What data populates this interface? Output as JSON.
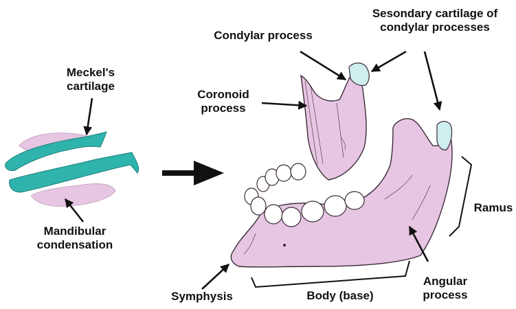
{
  "labels": {
    "meckels_cartilage": [
      "Meckel's",
      "cartilage"
    ],
    "mandibular_condensation": [
      "Mandibular",
      "condensation"
    ],
    "condylar_process": "Condylar process",
    "secondary_cartilage": [
      "Sesondary cartilage of",
      "condylar processes"
    ],
    "coronoid_process": [
      "Coronoid",
      "process"
    ],
    "ramus": "Ramus",
    "angular_process": [
      "Angular",
      "process"
    ],
    "symphysis": "Symphysis",
    "body_base": "Body (base)"
  },
  "colors": {
    "bone_fill": "#e6c6e2",
    "bone_outline": "#3a2a36",
    "cartilage_fill": "#2fb3ad",
    "secondary_cartilage_fill": "#cfeeee",
    "tooth_fill": "#ffffff",
    "text": "#111111"
  }
}
